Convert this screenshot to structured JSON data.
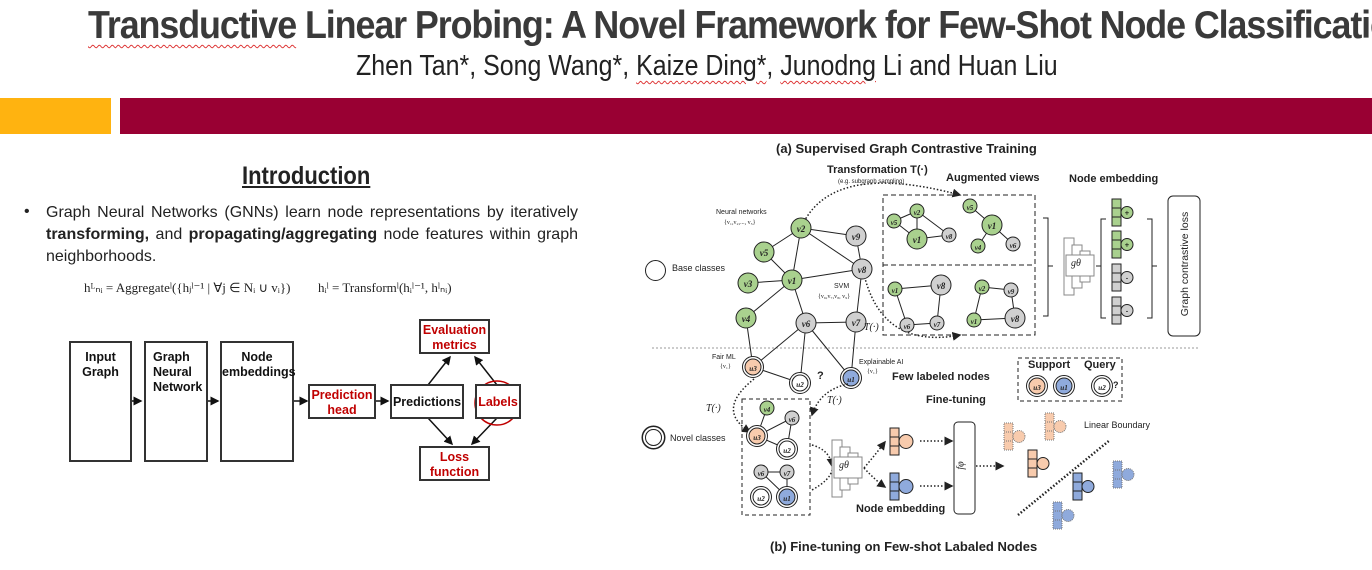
{
  "header": {
    "title_part1": "Transductive",
    "title_part2": " Linear Probing: A Novel Framework for Few-Shot Node Classification",
    "authors": [
      {
        "name": "Zhen Tan*",
        "flagged": false
      },
      {
        "name": "Song Wang*",
        "flagged": false
      },
      {
        "name": "Kaize Ding*",
        "flagged": true
      },
      {
        "name": "Junodng",
        "flagged": true
      }
    ],
    "authors_sep": ", ",
    "authors_tail": " Li and Huan Liu",
    "colors": {
      "gold": "#FFB310",
      "maroon": "#990033"
    }
  },
  "introduction": {
    "heading": "Introduction",
    "bullet": "•",
    "text_1": "Graph Neural Networks (GNNs) learn node representations by iteratively ",
    "bold_1": "transforming,",
    "text_2": " and ",
    "bold_2": "propagating/aggregating",
    "text_3": " node features within graph neighborhoods.",
    "equation_aggregate": "hᴸₙᵢ = Aggregateˡ({hⱼˡ⁻¹ | ∀j ∈ Nᵢ ∪ vᵢ})",
    "equation_transform": "hᵢˡ = Transformˡ(hᵢˡ⁻¹, hˡₙᵢ)"
  },
  "pipeline": {
    "input_graph": "Input Graph",
    "input_graph_caption": "INPUT GRAPH",
    "gnn": "Graph Neural Network",
    "node_embeddings": "Node embeddings",
    "prediction_head": "Prediction head",
    "predictions": "Predictions",
    "evaluation_metrics": "Evaluation metrics",
    "labels": "Labels",
    "loss_function": "Loss function"
  },
  "figure": {
    "title_a": "(a) Supervised Graph Contrastive Training",
    "title_b": "(b) Fine-tuning on Few-shot Labaled Nodes",
    "transformation": "Transformation T(·)",
    "transformation_sub": "(e.g. subgraph sampling)",
    "augmented_views": "Augmented views",
    "node_embedding_top": "Node embedding",
    "graph_contrastive_loss": "Graph contrastive loss",
    "neural_networks": "Neural networks",
    "neural_networks_set": "{v₁,v₂,..., v₅}",
    "svm": "SVM",
    "svm_set": "{v₆,v₇,v₈, v₉}",
    "fair_ml": "Fair ML",
    "fair_ml_set": "{v₁}",
    "explainable_ai": "Explainable AI",
    "explainable_ai_set": "{v₁}",
    "base_classes": "Base classes",
    "novel_classes": "Novel classes",
    "few_labeled_nodes": "Few labeled nodes",
    "fine_tuning": "Fine-tuning",
    "support": "Support",
    "query": "Query",
    "question": "?",
    "linear_boundary": "Linear Boundary",
    "node_embedding_bottom": "Node embedding",
    "t_op": "T(·)",
    "g_theta": "gθ",
    "f_phi": "fφ",
    "plus": "+",
    "minus": "-",
    "colors": {
      "green": "#A9D18E",
      "gray": "#D0D0D0",
      "orange": "#F8CBAD",
      "blue": "#8FAADC"
    }
  }
}
